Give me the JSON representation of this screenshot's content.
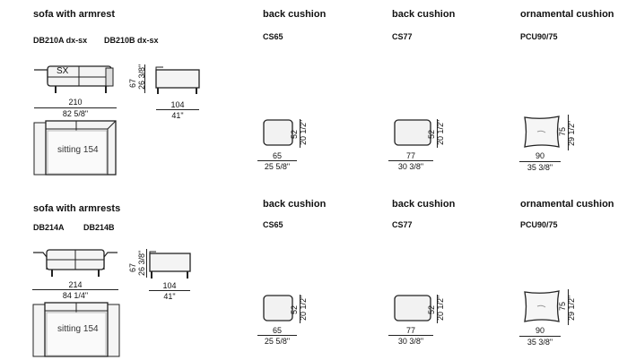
{
  "sections": [
    {
      "title": "sofa with armrest",
      "codes": [
        "DB210A dx-sx",
        "DB210B dx-sx"
      ],
      "front_label": "SX",
      "height_cm": "67",
      "height_in": "26 3/8\"",
      "width_cm": "210",
      "width_in": "82 5/8\"",
      "depth_cm": "104",
      "depth_in": "41\"",
      "top_label": "sitting 154",
      "cushions": [
        {
          "title": "back cushion",
          "code": "CS65",
          "w_cm": "65",
          "w_in": "25 5/8\"",
          "h_cm": "52",
          "h_in": "20 1/2\""
        },
        {
          "title": "back cushion",
          "code": "CS77",
          "w_cm": "77",
          "w_in": "30 3/8\"",
          "h_cm": "52",
          "h_in": "20 1/2\""
        },
        {
          "title": "ornamental cushion",
          "code": "PCU90/75",
          "w_cm": "90",
          "w_in": "35 3/8\"",
          "h_cm": "75",
          "h_in": "29 1/2\""
        }
      ]
    },
    {
      "title": "sofa with armrests",
      "codes": [
        "DB214A",
        "DB214B"
      ],
      "height_cm": "67",
      "height_in": "26 3/8\"",
      "width_cm": "214",
      "width_in": "84 1/4\"",
      "depth_cm": "104",
      "depth_in": "41\"",
      "top_label": "sitting 154",
      "cushions": [
        {
          "title": "back cushion",
          "code": "CS65",
          "w_cm": "65",
          "w_in": "25 5/8\"",
          "h_cm": "52",
          "h_in": "20 1/2\""
        },
        {
          "title": "back cushion",
          "code": "CS77",
          "w_cm": "77",
          "w_in": "30 3/8\"",
          "h_cm": "52",
          "h_in": "20 1/2\""
        },
        {
          "title": "ornamental cushion",
          "code": "PCU90/75",
          "w_cm": "90",
          "w_in": "35 3/8\"",
          "h_cm": "75",
          "h_in": "29 1/2\""
        }
      ]
    }
  ]
}
